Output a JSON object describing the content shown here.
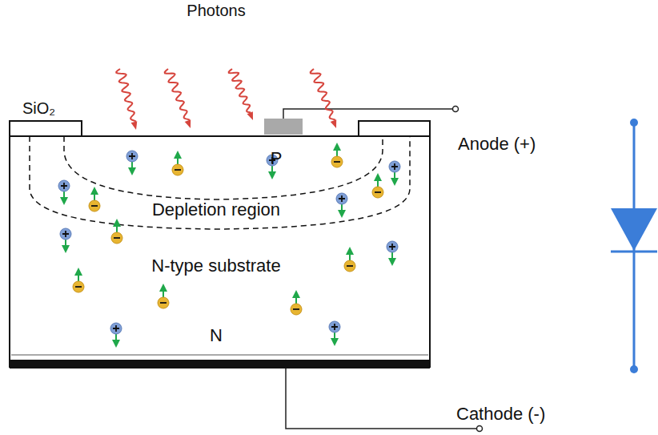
{
  "diagram": {
    "labels": [
      "Photons",
      "SiO₂",
      "P",
      "Depletion region",
      "N-type substrate",
      "N",
      "Anode (+)",
      "Cathode (-)"
    ]
  }
}
